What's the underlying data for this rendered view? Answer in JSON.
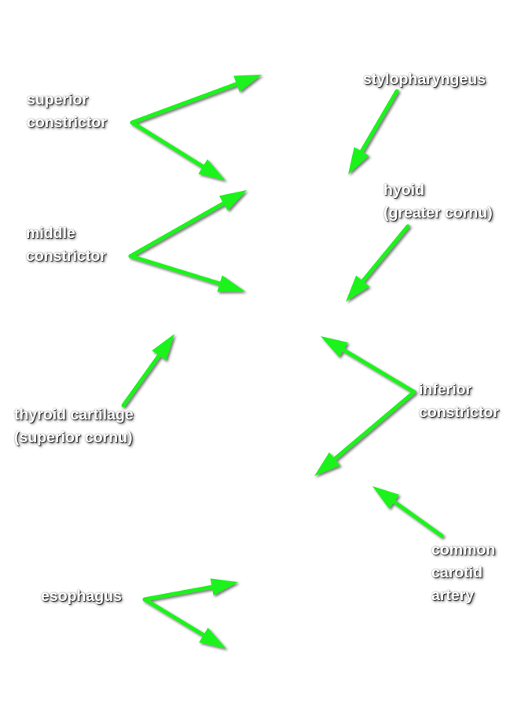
{
  "arrow_color": "#1ff21f",
  "labels": {
    "superior_constrictor": [
      "superior",
      "constrictor"
    ],
    "stylopharyngeus": [
      "stylopharyngeus"
    ],
    "hyoid": [
      "hyoid",
      "(greater cornu)"
    ],
    "middle_constrictor": [
      "middle",
      "constrictor"
    ],
    "thyroid_cartilage": [
      "thyroid cartilage",
      "(superior cornu)"
    ],
    "inferior_constrictor": [
      "inferior",
      "constrictor"
    ],
    "common_carotid_artery": [
      "common",
      "carotid",
      "artery"
    ],
    "esophagus": [
      "esophagus"
    ]
  }
}
